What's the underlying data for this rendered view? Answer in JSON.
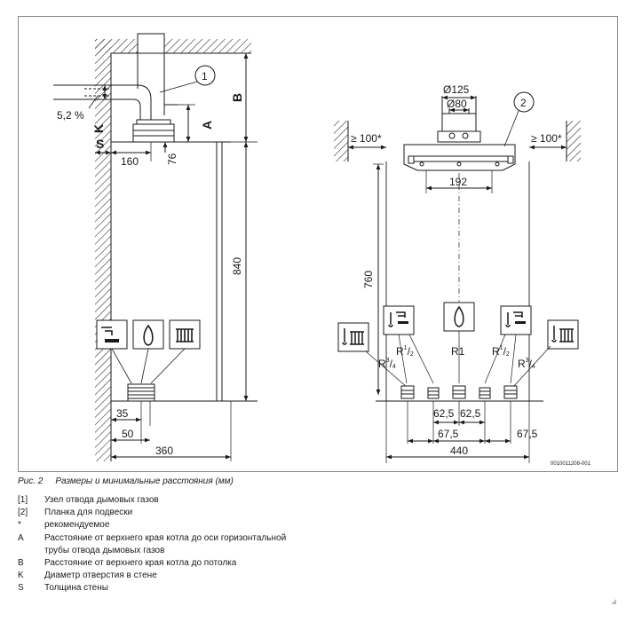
{
  "figure": {
    "caption_number": "Рис. 2",
    "caption_text": "Размеры и минимальные расстояния (мм)",
    "doc_code": "0010011208-001"
  },
  "side_view": {
    "callout": "1",
    "slope": "5,2 %",
    "label_A": "A",
    "label_B": "B",
    "label_K": "K",
    "label_S": "S",
    "dim_160": "160",
    "dim_76": "76",
    "dim_840": "840",
    "dim_35": "35",
    "dim_50": "50",
    "dim_360": "360"
  },
  "front_view": {
    "callout": "2",
    "dia_125": "Ø125",
    "dia_80": "Ø80",
    "clear_left": "≥ 100*",
    "clear_right": "≥ 100*",
    "dim_192": "192",
    "dim_760": "760",
    "dim_62_5_left": "62,5",
    "dim_62_5_right": "62,5",
    "dim_67_5_left": "67,5",
    "dim_67_5_right": "67,5",
    "dim_440": "440",
    "conn_r34_left": "R",
    "conn_r34_right": "R",
    "conn_r12_left": "R",
    "conn_r12_right": "R",
    "conn_r1": "R1",
    "sup_3": "3",
    "sub_4": "4",
    "sup_1": "1",
    "sub_2": "2"
  },
  "legend": [
    {
      "key": "[1]",
      "text": "Узел отвода дымовых газов"
    },
    {
      "key": "[2]",
      "text": "Планка для подвески"
    },
    {
      "key": "*",
      "text": "рекомендуемое"
    },
    {
      "key": "A",
      "text": "Расстояние от верхнего края котла до оси горизонтальной"
    },
    {
      "key": "",
      "text": "трубы отвода дымовых газов"
    },
    {
      "key": "B",
      "text": "Расстояние от верхнего края котла до потолка"
    },
    {
      "key": "K",
      "text": "Диаметр отверстия в стене"
    },
    {
      "key": "S",
      "text": "Толщина стены"
    }
  ],
  "icons": [
    "hot-water-tap-icon",
    "flame-icon",
    "radiator-icon",
    "thermometer-radiator-icon"
  ]
}
